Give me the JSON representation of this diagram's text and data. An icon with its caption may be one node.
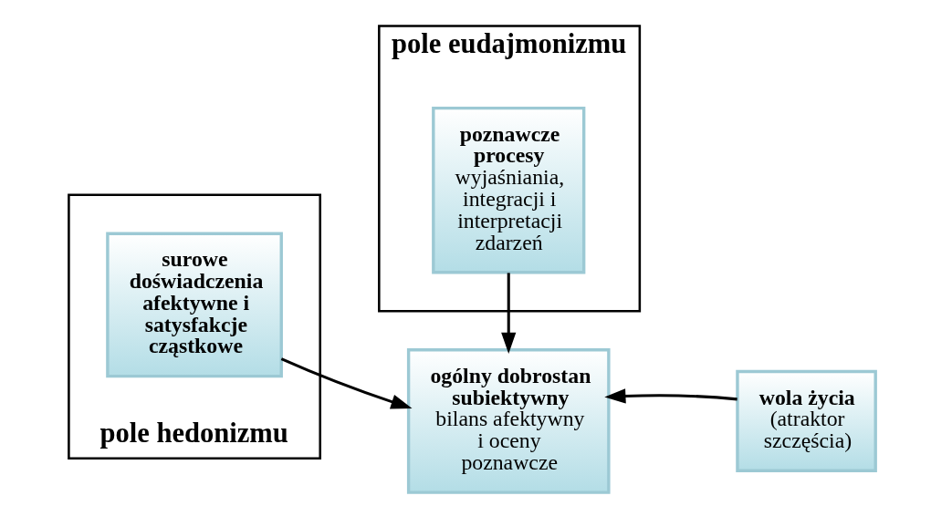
{
  "diagram": {
    "nodes": [
      {
        "text": [
          "pole eudajmonizmu"
        ]
      },
      {
        "text": [
          "poznawcze procesy",
          "wyjaśniania, integracji i interpretacji zdarzeń"
        ],
        "in": 0
      },
      {
        "text": [
          "pole hedonizmu"
        ]
      },
      {
        "text": [
          "surowe doświadczenia afektywne i satysfakcje cząstkowe"
        ],
        "in": 2
      },
      {
        "text": [
          "ogólny dobrostan subiektywny",
          "bilans afektywny i oceny poznawcze"
        ]
      },
      {
        "text": [
          "wola życia",
          "(atraktor szczęścia)"
        ]
      }
    ],
    "edges": [
      {
        "from": 1,
        "to": 4,
        "arrow": "to"
      },
      {
        "from": 3,
        "to": 4,
        "arrow": "to"
      },
      {
        "from": 5,
        "to": 4,
        "arrow": "to"
      }
    ]
  }
}
